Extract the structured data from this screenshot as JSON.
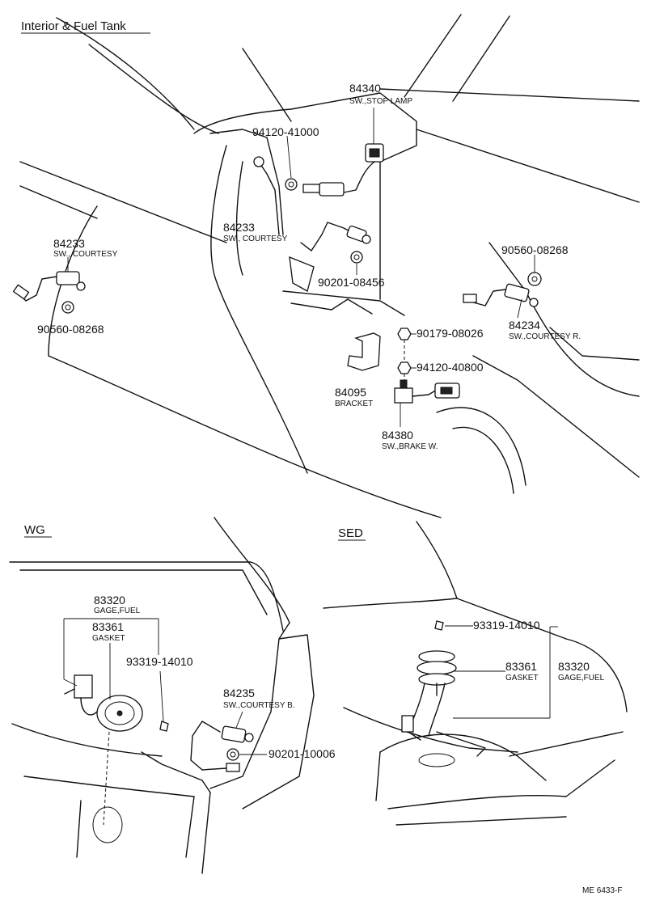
{
  "title": "Interior & Fuel Tank",
  "sections": {
    "wg": "WG",
    "sed": "SED"
  },
  "footer_code": "ME  6433-F",
  "parts": {
    "p84340": {
      "num": "84340",
      "name": "SW.,STOP LAMP"
    },
    "p94120_41000": {
      "num": "94120-41000"
    },
    "p84233_mid": {
      "num": "84233",
      "name": "SW., COURTESY"
    },
    "p84233_left": {
      "num": "84233",
      "name": "SW., COURTESY"
    },
    "p90560_left": {
      "num": "90560-08268"
    },
    "p90201_08456": {
      "num": "90201-08456"
    },
    "p90560_right": {
      "num": "90560-08268"
    },
    "p84234": {
      "num": "84234",
      "name": "SW.,COURTESY R."
    },
    "p90179": {
      "num": "90179-08026"
    },
    "p94120_40800": {
      "num": "94120-40800"
    },
    "p84095": {
      "num": "84095",
      "name": "BRACKET"
    },
    "p84380": {
      "num": "84380",
      "name": "SW.,BRAKE W."
    },
    "wg83320": {
      "num": "83320",
      "name": "GAGE,FUEL"
    },
    "wg83361": {
      "num": "83361",
      "name": "GASKET"
    },
    "wg93319": {
      "num": "93319-14010"
    },
    "p84235": {
      "num": "84235",
      "name": "SW.,COURTESY B."
    },
    "p90201_10006": {
      "num": "90201-10006"
    },
    "sed93319": {
      "num": "93319-14010"
    },
    "sed83361": {
      "num": "83361",
      "name": "GASKET"
    },
    "sed83320": {
      "num": "83320",
      "name": "GAGE,FUEL"
    }
  }
}
